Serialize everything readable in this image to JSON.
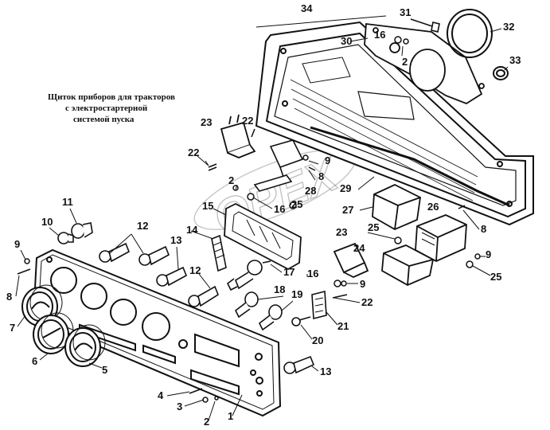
{
  "title_lines": [
    "Щиток приборов для тракторов",
    "с электростартерной",
    "системой пуска"
  ],
  "watermark": "OPEX",
  "colors": {
    "ink": "#111111",
    "paper": "#ffffff",
    "watermark": "#7a7a7a"
  },
  "callouts": [
    {
      "id": "c34",
      "label": "34",
      "part": "instrument-housing"
    },
    {
      "id": "c31",
      "label": "31",
      "part": "screw"
    },
    {
      "id": "c32",
      "label": "32",
      "part": "gasket-ring"
    },
    {
      "id": "c30",
      "label": "30",
      "part": "mounting-plate"
    },
    {
      "id": "c16a",
      "label": "16",
      "part": "nut"
    },
    {
      "id": "c2a",
      "label": "2",
      "part": "washer"
    },
    {
      "id": "c33",
      "label": "33",
      "part": "small-ring"
    },
    {
      "id": "c23a",
      "label": "23",
      "part": "relay"
    },
    {
      "id": "c22a",
      "label": "22",
      "part": "screw"
    },
    {
      "id": "c22b",
      "label": "22",
      "part": "screw"
    },
    {
      "id": "c9a",
      "label": "9",
      "part": "washer"
    },
    {
      "id": "c8a",
      "label": "8",
      "part": "screw"
    },
    {
      "id": "c2b",
      "label": "2",
      "part": "washer"
    },
    {
      "id": "c28",
      "label": "28",
      "part": "bracket"
    },
    {
      "id": "c29",
      "label": "29",
      "part": "housing-face"
    },
    {
      "id": "c15",
      "label": "15",
      "part": "fuse-block"
    },
    {
      "id": "c16b",
      "label": "16",
      "part": "nut"
    },
    {
      "id": "c25a",
      "label": "25",
      "part": "nut"
    },
    {
      "id": "c27",
      "label": "27",
      "part": "relay-block"
    },
    {
      "id": "c26",
      "label": "26",
      "part": "regulator"
    },
    {
      "id": "c8b",
      "label": "8",
      "part": "screw"
    },
    {
      "id": "c11",
      "label": "11",
      "part": "lamp-socket"
    },
    {
      "id": "c10",
      "label": "10",
      "part": "lamp"
    },
    {
      "id": "c12a",
      "label": "12",
      "part": "indicator-lamp"
    },
    {
      "id": "c14",
      "label": "14",
      "part": "terminal-strip"
    },
    {
      "id": "c13a",
      "label": "13",
      "part": "indicator-lamp"
    },
    {
      "id": "c23b",
      "label": "23",
      "part": "relay"
    },
    {
      "id": "c25b",
      "label": "25",
      "part": "nut"
    },
    {
      "id": "c24",
      "label": "24",
      "part": "relay"
    },
    {
      "id": "c9b",
      "label": "9",
      "part": "washer"
    },
    {
      "id": "c25c",
      "label": "25",
      "part": "nut"
    },
    {
      "id": "c9c",
      "label": "9",
      "part": "washer"
    },
    {
      "id": "c8c",
      "label": "8",
      "part": "screw"
    },
    {
      "id": "c7",
      "label": "7",
      "part": "gauge"
    },
    {
      "id": "c12b",
      "label": "12",
      "part": "indicator-lamp"
    },
    {
      "id": "c17",
      "label": "17",
      "part": "switch"
    },
    {
      "id": "c16c",
      "label": "16",
      "part": "nut"
    },
    {
      "id": "c9d",
      "label": "9",
      "part": "washer"
    },
    {
      "id": "c18",
      "label": "18",
      "part": "switch"
    },
    {
      "id": "c19",
      "label": "19",
      "part": "switch"
    },
    {
      "id": "c22c",
      "label": "22",
      "part": "screw"
    },
    {
      "id": "c6",
      "label": "6",
      "part": "gauge"
    },
    {
      "id": "c5",
      "label": "5",
      "part": "gauge"
    },
    {
      "id": "c21",
      "label": "21",
      "part": "connector"
    },
    {
      "id": "c20",
      "label": "20",
      "part": "screw"
    },
    {
      "id": "c13b",
      "label": "13",
      "part": "indicator-lamp"
    },
    {
      "id": "c4",
      "label": "4",
      "part": "screw"
    },
    {
      "id": "c3",
      "label": "3",
      "part": "washer"
    },
    {
      "id": "c2c",
      "label": "2",
      "part": "washer"
    },
    {
      "id": "c1",
      "label": "1",
      "part": "front-panel"
    }
  ]
}
